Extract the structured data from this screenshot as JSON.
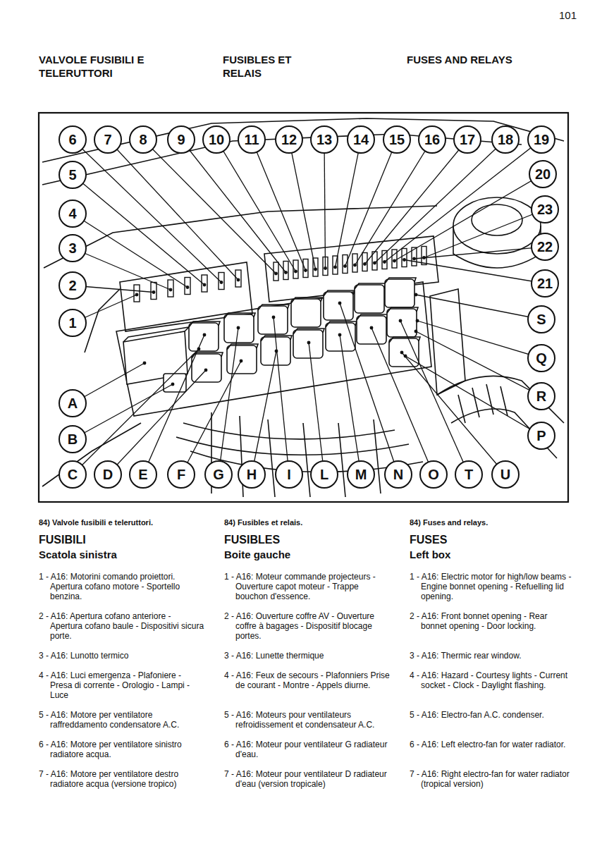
{
  "diagram": {
    "labels": [
      "101",
      "VALVOLE FUSIBILI E TELERUTTORI",
      "FUSIBLES ET RELAIS",
      "FUSES AND RELAYS",
      "6",
      "7",
      "8",
      "9",
      "10",
      "11",
      "12",
      "13",
      "14",
      "15",
      "16",
      "17",
      "18",
      "19",
      "5",
      "4",
      "3",
      "2",
      "1",
      "20",
      "23",
      "22",
      "21",
      "S",
      "Q",
      "R",
      "P",
      "A",
      "B",
      "C",
      "D",
      "E",
      "F",
      "G",
      "H",
      "I",
      "L",
      "M",
      "N",
      "O",
      "T",
      "U",
      "84) Valvole fusibili e teleruttori.",
      "FUSIBILI",
      "Scatola sinistra",
      "1 - A16: Motorini comando proiettori. Apertura cofano motore - Sportello benzina.",
      "2 - A16: Apertura cofano anteriore - Apertura cofano baule - Dispositivi sicura porte.",
      "3 - A16: Lunotto termico",
      "4 - A16: Luci emergenza - Plafoniere - Presa di corrente - Orologio - Lampi - Luce",
      "5 - A16: Motore per ventilatore raffreddamento condensatore A.C.",
      "6 - A16: Motore per ventilatore sinistro radiatore acqua.",
      "7 - A16: Motore per ventilatore destro radiatore acqua (versione tropico)",
      "84) Fusibles et relais.",
      "FUSIBLES",
      "Boite gauche",
      "1 - A16: Moteur commande projecteurs - Ouverture capot moteur - Trappe bouchon d'essence.",
      "2 - A16: Ouverture coffre AV - Ouverture coffre à bagages - Dispositif blocage portes.",
      "3 - A16: Lunette thermique",
      "4 - A16: Feux de secours - Plafonniers Prise de courant - Montre - Appels diurne.",
      "5 - A16: Moteurs pour ventilateurs refroidissement et condensateur A.C.",
      "6 - A16: Moteur pour ventilateur G radiateur d'eau.",
      "7 - A16: Moteur pour ventilateur D radiateur d'eau (version tropicale)",
      "84) Fuses and relays.",
      "FUSES",
      "Left box",
      "1 - A16: Electric motor for high/low beams - Engine bonnet opening - Refuelling lid opening.",
      "2 - A16: Front bonnet opening - Rear bonnet opening - Door locking.",
      "3 - A16: Thermic rear window.",
      "4 - A16: Hazard - Courtesy lights - Current socket - Clock - Daylight flashing.",
      "5 - A16: Electro-fan A.C. condenser.",
      "6 - A16: Left electro-fan for water radiator.",
      "7 - A16: Right electro-fan for water radiator (tropical version)"
    ]
  }
}
